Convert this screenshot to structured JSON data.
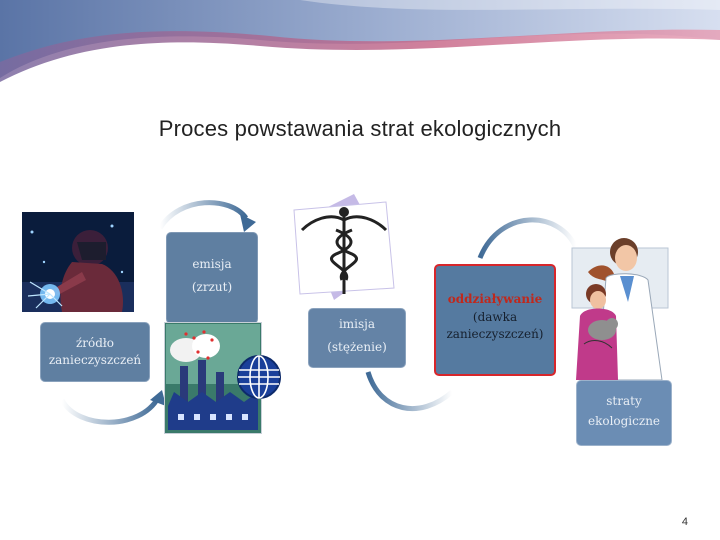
{
  "slide": {
    "title": "Proces powstawania strat ekologicznych",
    "page_number": "4"
  },
  "boxes": {
    "source": "źródło zanieczyszczeń",
    "emission_line1": "emisja",
    "emission_line2": "(zrzut)",
    "immission_line1": "imisja",
    "immission_line2": "(stężenie)",
    "impact_title": "oddziaływanie",
    "impact_line1": "(dawka",
    "impact_line2": "zanieczyszczeń)",
    "losses_line1": "straty",
    "losses_line2": "ekologiczne"
  },
  "colors": {
    "box_fill": "#5f7fa1",
    "box_dark": "#3f5f82",
    "arrow": "#4a6d93",
    "impact_title": "#c0281c",
    "impact_border": "#d7262b"
  },
  "icons": [
    "welder-clipart",
    "factory-clipart",
    "globe-icon",
    "caduceus-icon",
    "doctor-girl-cat-clipart"
  ]
}
